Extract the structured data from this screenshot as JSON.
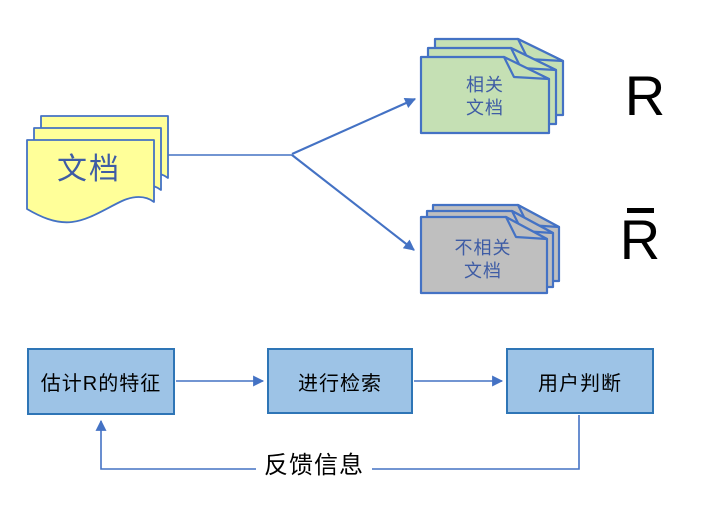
{
  "diagram": {
    "documents": {
      "label": "文档"
    },
    "relevant": {
      "label": "相关\n文档",
      "symbol": "R",
      "overbar": false
    },
    "irrelevant": {
      "label": "不相关\n文档",
      "symbol": "R",
      "overbar": true
    },
    "flow": {
      "steps": [
        {
          "label": "估计R的特征"
        },
        {
          "label": "进行检索"
        },
        {
          "label": "用户判断"
        }
      ],
      "feedback_label": "反馈信息"
    },
    "colors": {
      "documents_fill": "#FFFF99",
      "relevant_fill": "#C5E0B4",
      "irrelevant_fill": "#BFBFBF",
      "stack_border": "#4472C4",
      "flow_box_fill": "#9DC3E6",
      "flow_box_border": "#2E75B6",
      "connector": "#4472C4",
      "doc_label_text": "#3E5CA5",
      "flow_text": "#000000",
      "symbol_text": "#000000"
    }
  }
}
